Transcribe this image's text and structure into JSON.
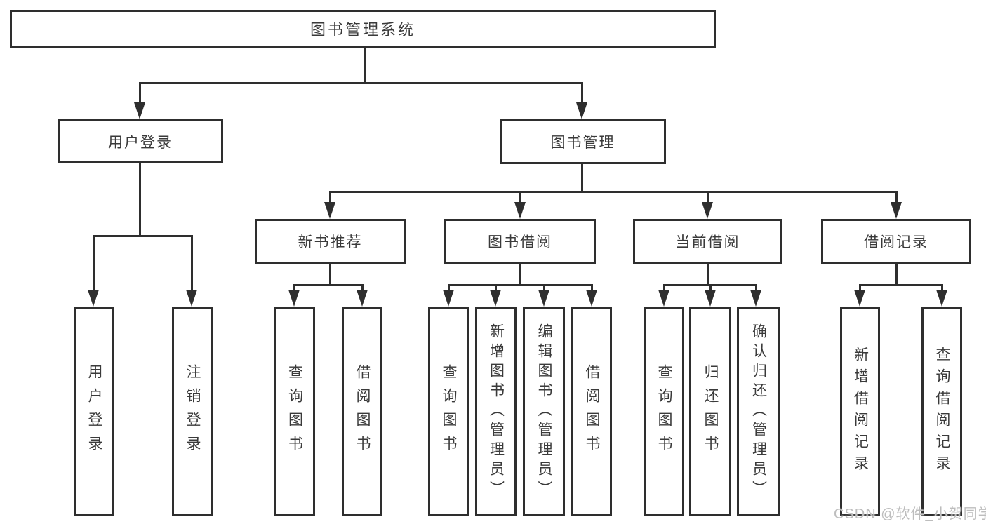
{
  "diagram": {
    "root": {
      "label": "图书管理系统"
    },
    "level2": [
      {
        "label": "用户登录"
      },
      {
        "label": "图书管理"
      }
    ],
    "level3": [
      {
        "label": "新书推荐"
      },
      {
        "label": "图书借阅"
      },
      {
        "label": "当前借阅"
      },
      {
        "label": "借阅记录"
      }
    ],
    "leaves": {
      "user_login": [
        "用户登录",
        "注销登录"
      ],
      "new_book": [
        "查询图书",
        "借阅图书"
      ],
      "book_borrow": [
        "查询图书",
        "新增图书（管理员）",
        "编辑图书（管理员）",
        "借阅图书"
      ],
      "current_borrow": [
        "查询图书",
        "归还图书",
        "确认归还（管理员）"
      ],
      "borrow_record": [
        "新增借阅记录",
        "查询借阅记录"
      ]
    },
    "watermark": "CSDN @软件_小贺同学",
    "colors": {
      "line": "#2e2e2e",
      "box_background": "#ffffff",
      "text": "#3a3a3a",
      "watermark": "#bdbdbd",
      "page_background": "#ffffff"
    }
  }
}
